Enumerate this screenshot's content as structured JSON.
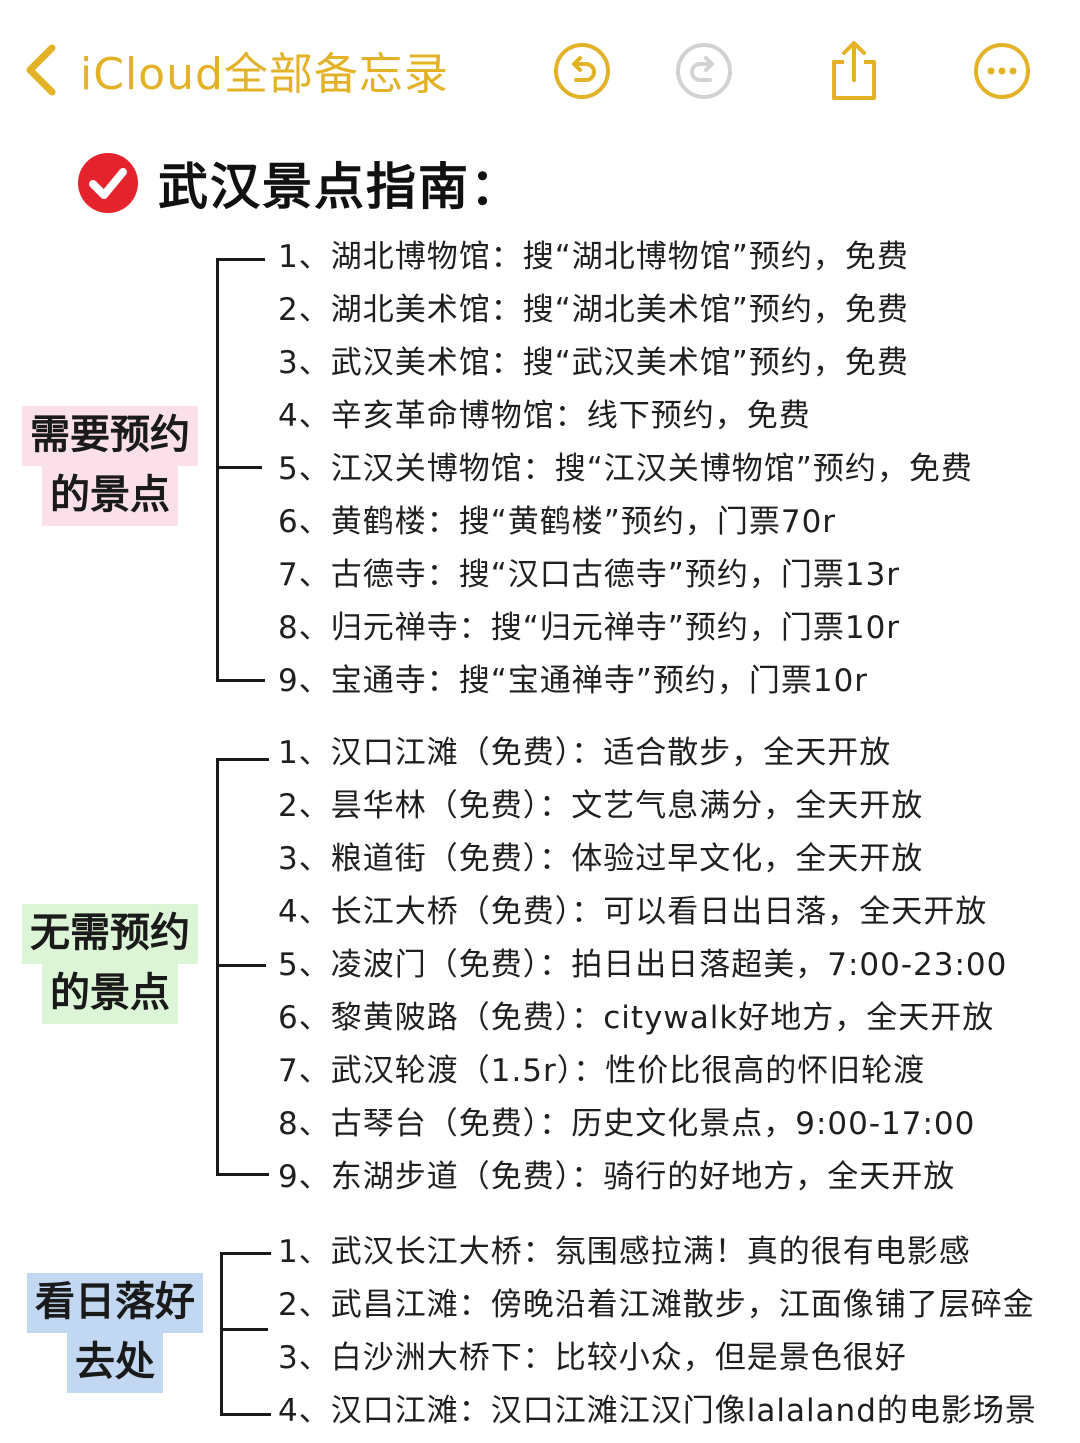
{
  "nav": {
    "back_label": "iCloud全部备忘录",
    "accent_color": "#e3b227",
    "icons": [
      "chevron-left-icon",
      "undo-icon",
      "redo-icon",
      "share-icon",
      "more-icon"
    ]
  },
  "note": {
    "title": "武汉景点指南："
  },
  "sections": [
    {
      "label_line1": "需要预约",
      "label_line2": "的景点",
      "highlight_color": "#fbe0e9",
      "items": [
        "1、湖北博物馆：搜“湖北博物馆”预约，免费",
        "2、湖北美术馆：搜“湖北美术馆”预约，免费",
        "3、武汉美术馆：搜“武汉美术馆”预约，免费",
        "4、辛亥革命博物馆：线下预约，免费",
        "5、江汉关博物馆：搜“江汉关博物馆”预约，免费",
        "6、黄鹤楼：搜“黄鹤楼”预约，门票70r",
        "7、古德寺：搜“汉口古德寺”预约，门票13r",
        "8、归元禅寺：搜“归元禅寺”预约，门票10r",
        "9、宝通寺：搜“宝通禅寺”预约，门票10r"
      ]
    },
    {
      "label_line1": "无需预约",
      "label_line2": "的景点",
      "highlight_color": "#dcf5d6",
      "items": [
        "1、汉口江滩（免费）：适合散步，全天开放",
        "2、昙华林（免费）：文艺气息满分，全天开放",
        "3、粮道街（免费）：体验过早文化，全天开放",
        "4、长江大桥（免费）：可以看日出日落，全天开放",
        "5、凌波门（免费）：拍日出日落超美，7:00-23:00",
        "6、黎黄陂路（免费）：citywalk好地方，全天开放",
        "7、武汉轮渡（1.5r）：性价比很高的怀旧轮渡",
        "8、古琴台（免费）：历史文化景点，9:00-17:00",
        "9、东湖步道（免费）：骑行的好地方，全天开放"
      ]
    },
    {
      "label_line1": "看日落好",
      "label_line2": "去处",
      "highlight_color": "#c2d8f2",
      "items": [
        "1、武汉长江大桥：氛围感拉满！真的很有电影感",
        "2、武昌江滩：傍晚沿着江滩散步，江面像铺了层碎金",
        "3、白沙洲大桥下：比较小众，但是景色很好",
        "4、汉口江滩：汉口江滩江汉门像lalaland的电影场景"
      ]
    }
  ]
}
